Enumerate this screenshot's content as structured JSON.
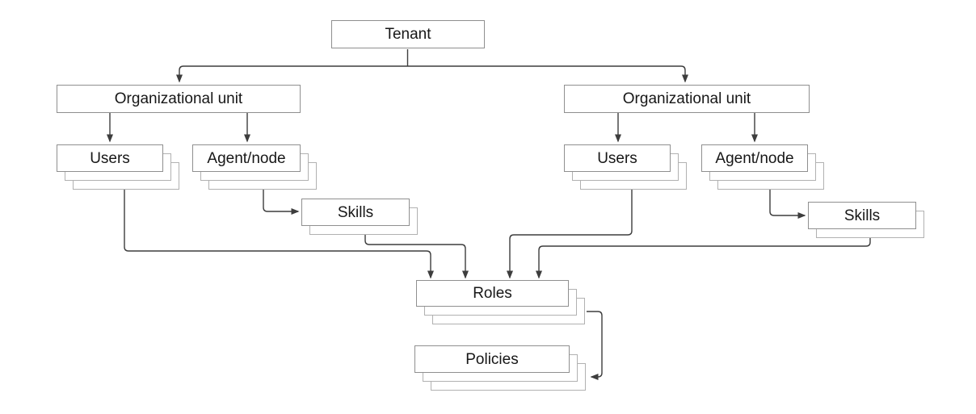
{
  "diagram": {
    "type": "hierarchy",
    "nodes": {
      "tenant": {
        "label": "Tenant",
        "stacked": false
      },
      "org_left": {
        "label": "Organizational unit",
        "stacked": false
      },
      "org_right": {
        "label": "Organizational unit",
        "stacked": false
      },
      "users_left": {
        "label": "Users",
        "stacked": true
      },
      "agent_left": {
        "label": "Agent/node",
        "stacked": true
      },
      "skills_left": {
        "label": "Skills",
        "stacked": true
      },
      "users_right": {
        "label": "Users",
        "stacked": true
      },
      "agent_right": {
        "label": "Agent/node",
        "stacked": true
      },
      "skills_right": {
        "label": "Skills",
        "stacked": true
      },
      "roles": {
        "label": "Roles",
        "stacked": true
      },
      "policies": {
        "label": "Policies",
        "stacked": true
      }
    },
    "edges": [
      {
        "from": "tenant",
        "to": "org_left"
      },
      {
        "from": "tenant",
        "to": "org_right"
      },
      {
        "from": "org_left",
        "to": "users_left"
      },
      {
        "from": "org_left",
        "to": "agent_left"
      },
      {
        "from": "agent_left",
        "to": "skills_left"
      },
      {
        "from": "org_right",
        "to": "users_right"
      },
      {
        "from": "org_right",
        "to": "agent_right"
      },
      {
        "from": "agent_right",
        "to": "skills_right"
      },
      {
        "from": "users_left",
        "to": "roles"
      },
      {
        "from": "skills_left",
        "to": "roles"
      },
      {
        "from": "users_right",
        "to": "roles"
      },
      {
        "from": "skills_right",
        "to": "roles"
      },
      {
        "from": "roles",
        "to": "policies"
      }
    ],
    "colors": {
      "background": "#ffffff",
      "line": "#3d3d3d",
      "box_border": "#8f8f8f",
      "shadow_border": "#b1b1b1",
      "text": "#171717"
    }
  }
}
